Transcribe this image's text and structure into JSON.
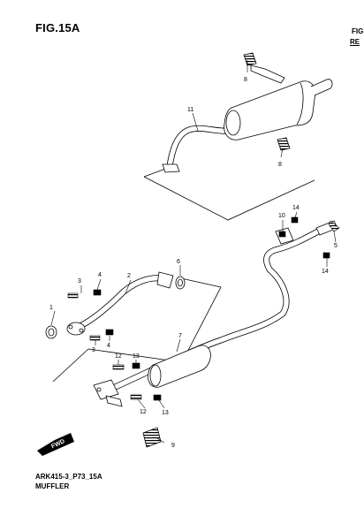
{
  "figure": {
    "title": "FIG.15A",
    "side_fig": "FIG",
    "side_ref": "RE",
    "code": "ARK415-3_P73_15A",
    "caption": "MUFFLER",
    "fwd_label": "FWD"
  },
  "callouts": [
    "1",
    "2",
    "3",
    "3",
    "4",
    "4",
    "5",
    "6",
    "7",
    "8",
    "8",
    "9",
    "10",
    "11",
    "12",
    "12",
    "13",
    "13",
    "14",
    "14"
  ]
}
